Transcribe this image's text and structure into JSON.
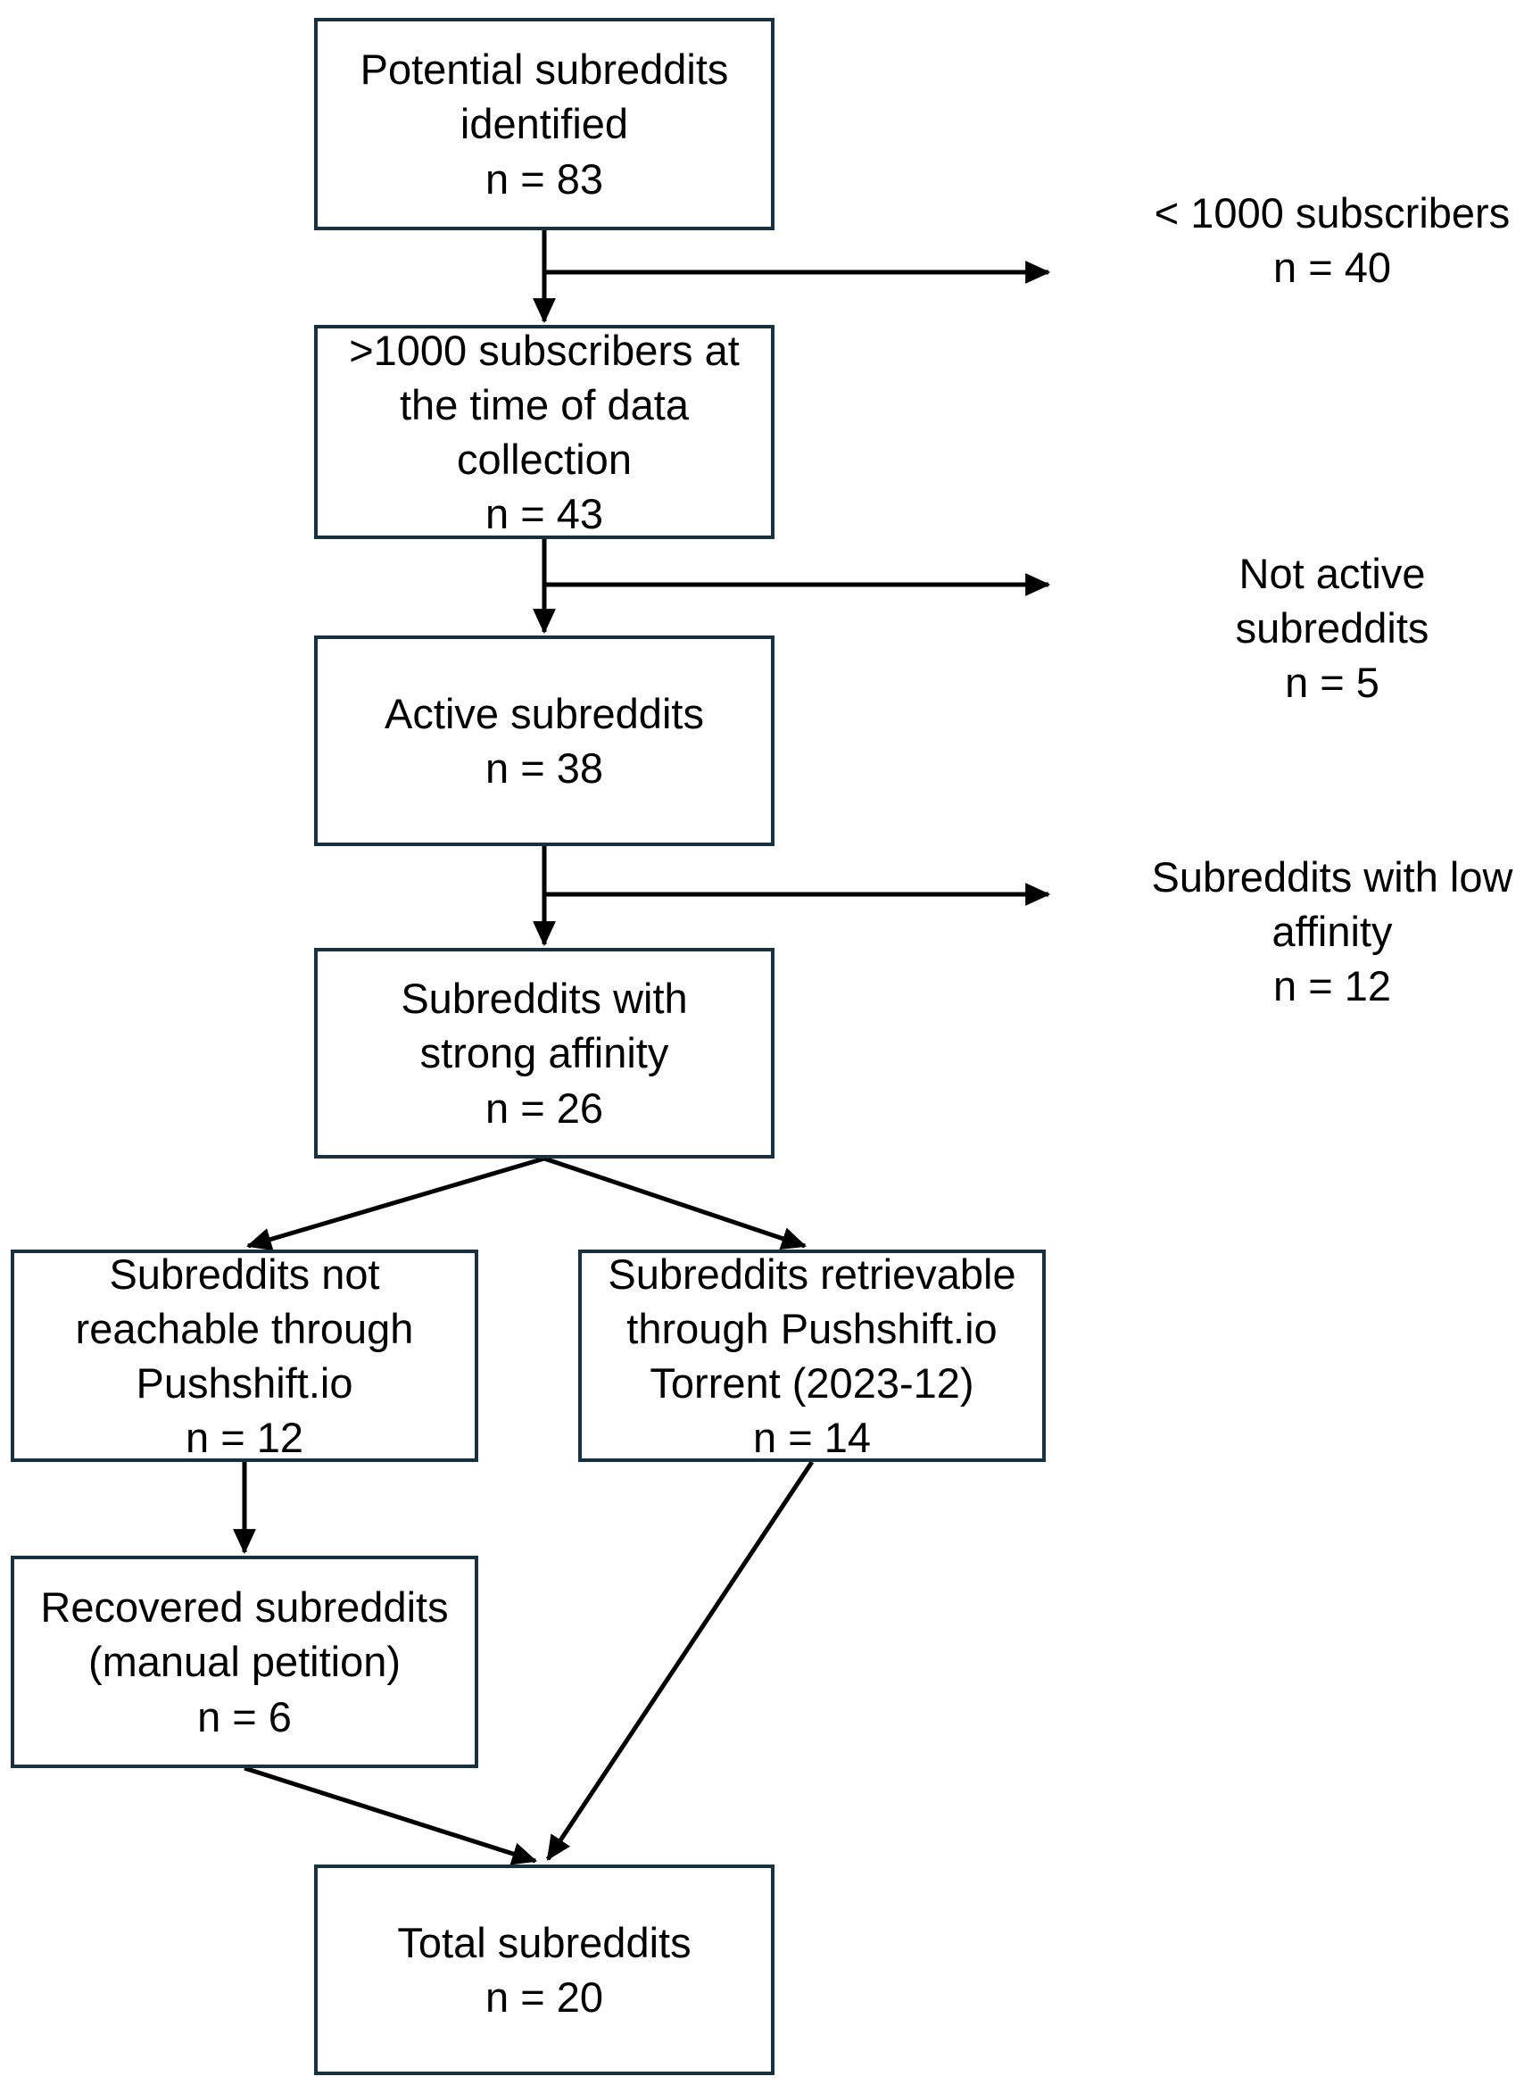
{
  "diagram": {
    "colors": {
      "background": "#ffffff",
      "box_border": "#17313f",
      "box_fill": "#ffffff",
      "line": "#000000",
      "text": "#000000"
    },
    "boxes": [
      {
        "name": "potential-subreddits",
        "text": "Potential subreddits\nidentified\nn = 83"
      },
      {
        "name": "over-1000-subscribers",
        "text": ">1000 subscribers at\nthe time of data\ncollection\nn = 43"
      },
      {
        "name": "active-subreddits",
        "text": "Active subreddits\nn = 38"
      },
      {
        "name": "strong-affinity",
        "text": "Subreddits with\nstrong affinity\nn = 26"
      },
      {
        "name": "not-reachable-pushshift",
        "text": "Subreddits not\nreachable through\nPushshift.io\nn = 12"
      },
      {
        "name": "retrievable-pushshift-torrent",
        "text": "Subreddits retrievable\nthrough Pushshift.io\nTorrent (2023-12)\nn = 14"
      },
      {
        "name": "recovered-subreddits",
        "text": "Recovered subreddits\n(manual petition)\nn = 6"
      },
      {
        "name": "total-subreddits",
        "text": "Total subreddits\nn = 20"
      }
    ],
    "exclusion_labels": [
      {
        "name": "under-1000-subscribers",
        "text": "< 1000 subscribers\nn = 40"
      },
      {
        "name": "not-active-subreddits",
        "text": "Not active\nsubreddits\nn = 5"
      },
      {
        "name": "low-affinity",
        "text": "Subreddits with low\naffinity\nn = 12"
      }
    ]
  }
}
